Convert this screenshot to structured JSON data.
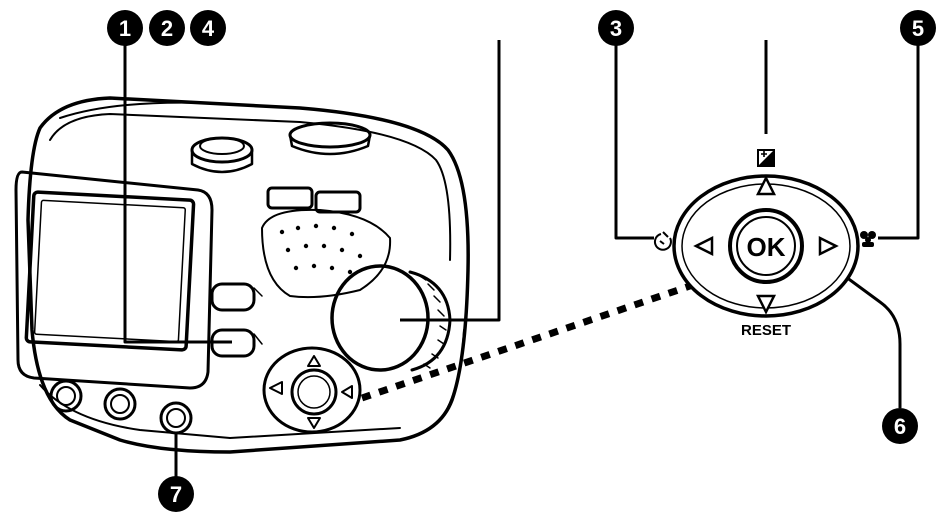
{
  "callouts": [
    {
      "id": "1",
      "label": "1"
    },
    {
      "id": "2",
      "label": "2"
    },
    {
      "id": "3",
      "label": "3"
    },
    {
      "id": "4",
      "label": "4"
    },
    {
      "id": "5",
      "label": "5"
    },
    {
      "id": "6",
      "label": "6"
    },
    {
      "id": "7",
      "label": "7"
    }
  ],
  "control_pad": {
    "ok_label": "OK",
    "reset_label": "RESET"
  },
  "icons": {
    "exposure": "exposure-compensation-icon",
    "self_timer": "self-timer-icon",
    "macro": "macro-flower-icon"
  },
  "colors": {
    "ink": "#000000",
    "paper": "#ffffff"
  }
}
